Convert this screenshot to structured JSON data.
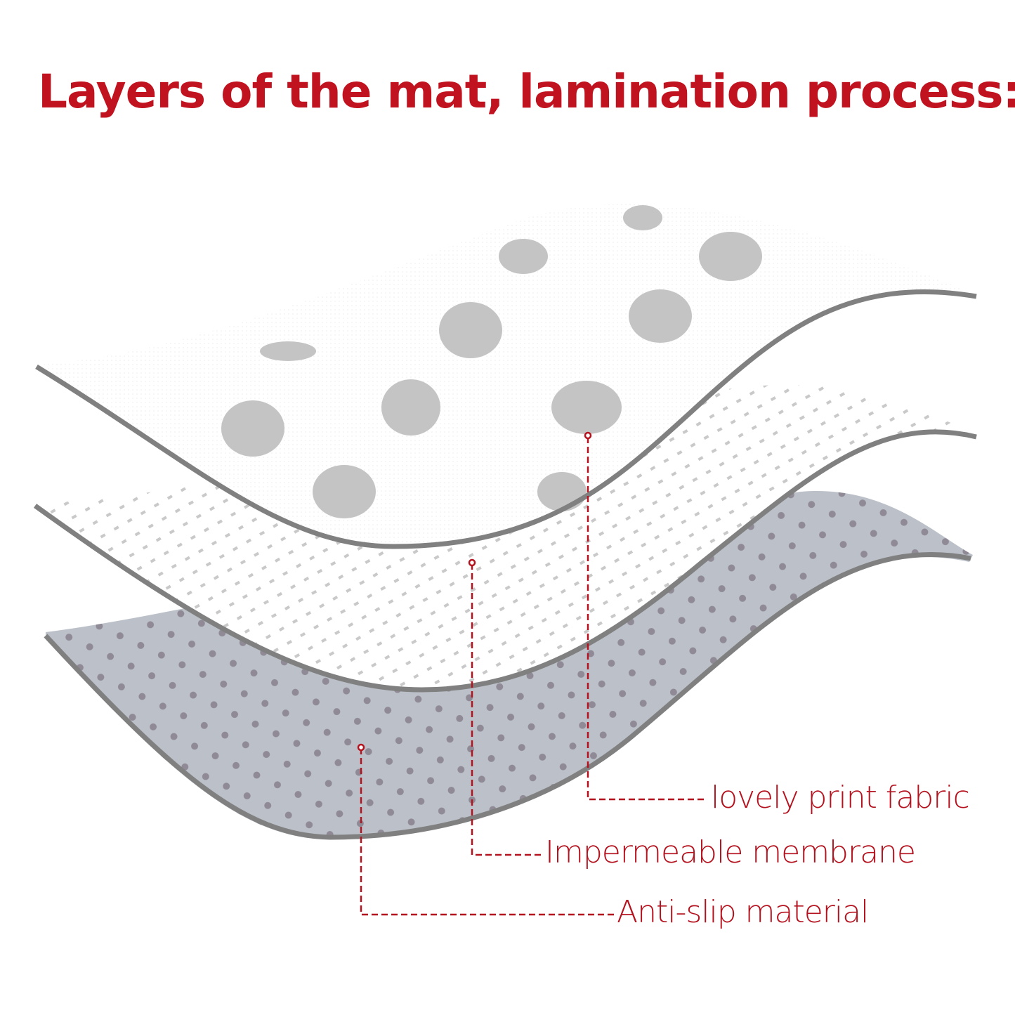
{
  "title": "Layers of the mat, lamination process:",
  "labels": {
    "top_layer": "lovely print fabric",
    "middle_layer": "Impermeable membrane",
    "bottom_layer": "Anti-slip material"
  },
  "colors": {
    "accent": "#c1121f",
    "edge": "#7a7a7a",
    "anti_slip": "#b9bec6",
    "print": "#c4c4c4"
  }
}
